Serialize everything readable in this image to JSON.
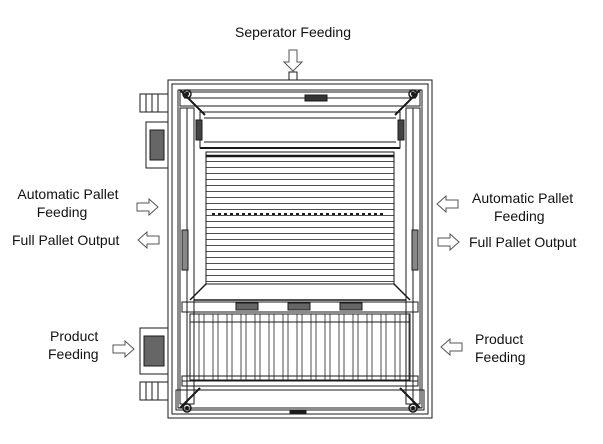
{
  "labels": {
    "top": "Seperator  Feeding",
    "left_auto_line1": "Automatic Pallet",
    "left_auto_line2": "Feeding",
    "left_full": "Full Pallet Output",
    "left_product_line1": "Product",
    "left_product_line2": "Feeding",
    "right_auto_line1": "Automatic Pallet",
    "right_auto_line2": "Feeding",
    "right_full": "Full Pallet Output",
    "right_product_line1": "Product",
    "right_product_line2": "Feeding"
  },
  "colors": {
    "line": "#1a1a1a",
    "arrow": "#555555",
    "text": "#111111"
  }
}
